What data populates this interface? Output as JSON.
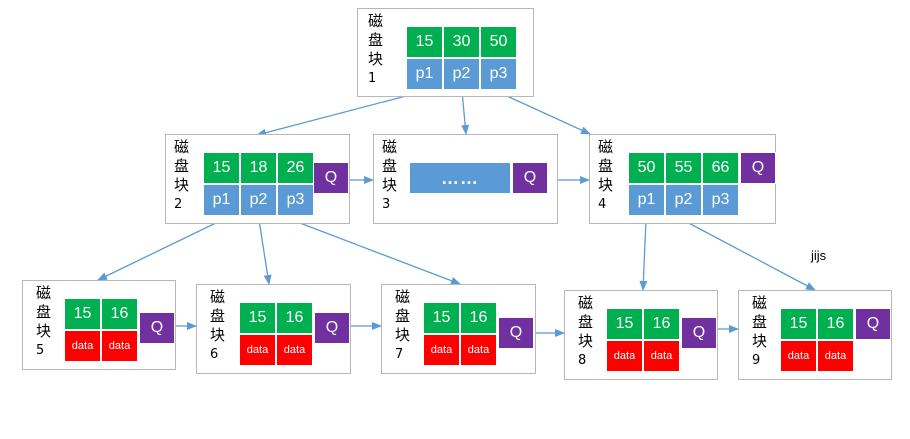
{
  "disk_label": "磁盘块",
  "q_label": "Q",
  "data_label": "data",
  "ellipsis": "……",
  "note": "jijs",
  "colors": {
    "key": "#00b050",
    "pointer": "#5b9bd5",
    "data": "#ff0000",
    "q": "#7030a0",
    "arrow": "#5b9bd5"
  },
  "blocks": [
    {
      "id": "1",
      "keys": [
        "15",
        "30",
        "50"
      ],
      "pointers": [
        "p1",
        "p2",
        "p3"
      ]
    },
    {
      "id": "2",
      "keys": [
        "15",
        "18",
        "26"
      ],
      "pointers": [
        "p1",
        "p2",
        "p3"
      ],
      "has_q": true
    },
    {
      "id": "3",
      "ellipsis": true,
      "has_q": true
    },
    {
      "id": "4",
      "keys": [
        "50",
        "55",
        "66"
      ],
      "pointers": [
        "p1",
        "p2",
        "p3"
      ],
      "has_q": true
    },
    {
      "id": "5",
      "keys": [
        "15",
        "16"
      ],
      "data": [
        "data",
        "data"
      ],
      "has_q": true
    },
    {
      "id": "6",
      "keys": [
        "15",
        "16"
      ],
      "data": [
        "data",
        "data"
      ],
      "has_q": true
    },
    {
      "id": "7",
      "keys": [
        "15",
        "16"
      ],
      "data": [
        "data",
        "data"
      ],
      "has_q": true
    },
    {
      "id": "8",
      "keys": [
        "15",
        "16"
      ],
      "data": [
        "data",
        "data"
      ],
      "has_q": true
    },
    {
      "id": "9",
      "keys": [
        "15",
        "16"
      ],
      "data": [
        "data",
        "data"
      ],
      "has_q": true
    }
  ],
  "edges": [
    [
      "1",
      "2"
    ],
    [
      "1",
      "3"
    ],
    [
      "1",
      "4"
    ],
    [
      "2",
      "3"
    ],
    [
      "3",
      "4"
    ],
    [
      "2",
      "5"
    ],
    [
      "2",
      "6"
    ],
    [
      "2",
      "7"
    ],
    [
      "4",
      "8"
    ],
    [
      "4",
      "9"
    ],
    [
      "5",
      "6"
    ],
    [
      "6",
      "7"
    ],
    [
      "7",
      "8"
    ],
    [
      "8",
      "9"
    ]
  ]
}
